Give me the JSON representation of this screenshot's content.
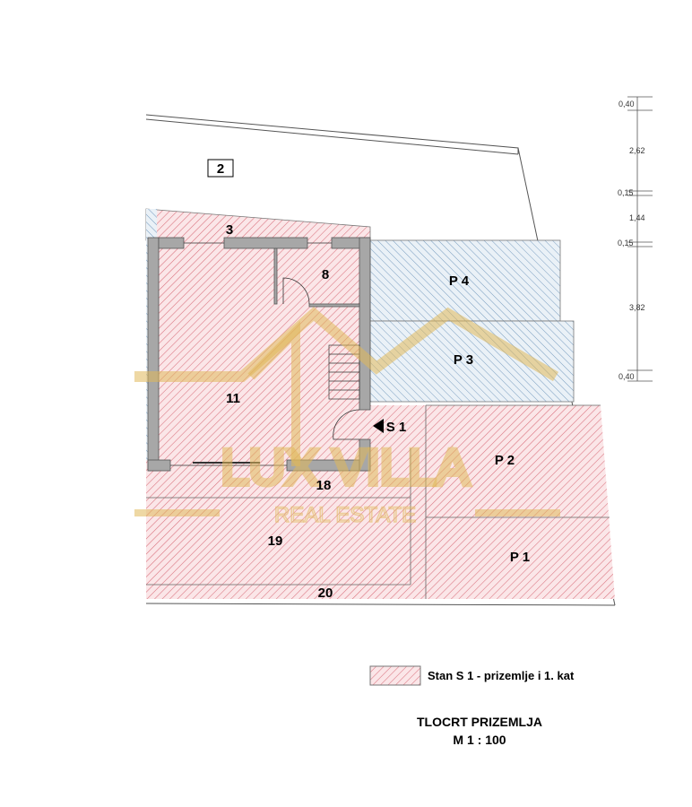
{
  "plan": {
    "rooms": {
      "r2": "2",
      "r3": "3",
      "r8": "8",
      "r11": "11",
      "r18": "18",
      "r19": "19",
      "r20": "20",
      "p1": "P 1",
      "p2": "P 2",
      "p3": "P 3",
      "p4": "P 4",
      "s1": "S 1"
    },
    "dimensions": [
      "0,40",
      "2,62",
      "0,15",
      "1,44",
      "0,15",
      "3,82",
      "0,40"
    ]
  },
  "legend": {
    "label": "Stan S 1 - prizemlje i 1. kat",
    "color": "#e8a0a8"
  },
  "title": {
    "line1": "TLOCRT PRIZEMLJA",
    "line2": "M 1 : 100"
  },
  "watermark": {
    "brand": "LUX VILLA",
    "sub": "REAL ESTATE"
  },
  "colors": {
    "pink_hatch": "#d9707c",
    "blue_hatch": "#7a9ec0",
    "wall": "#a0a0a0",
    "watermark": "#e0b85a"
  }
}
